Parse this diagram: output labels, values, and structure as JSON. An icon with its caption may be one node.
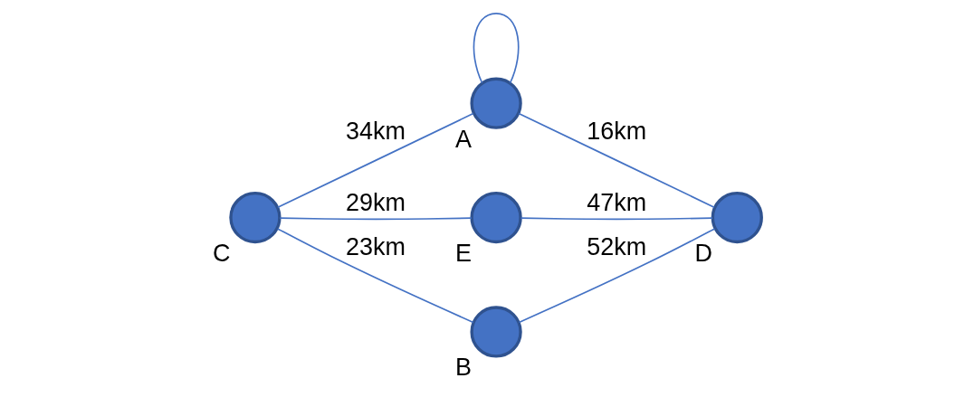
{
  "diagram": {
    "nodes": [
      {
        "text": [
          "C"
        ]
      },
      {
        "text": [
          "A"
        ]
      },
      {
        "text": [
          "E"
        ]
      },
      {
        "text": [
          "D"
        ]
      },
      {
        "text": [
          "B"
        ]
      }
    ],
    "edges": [
      {
        "from": 0,
        "to": 1,
        "arrow": "none",
        "label": "34km"
      },
      {
        "from": 1,
        "to": 1,
        "arrow": "none"
      },
      {
        "from": 1,
        "to": 3,
        "arrow": "none",
        "label": "16km"
      },
      {
        "from": 0,
        "to": 2,
        "arrow": "none",
        "label": "29km"
      },
      {
        "from": 0,
        "to": 4,
        "arrow": "none",
        "label": "23km"
      },
      {
        "from": 2,
        "to": 3,
        "arrow": "none",
        "label": "47km"
      },
      {
        "from": 4,
        "to": 3,
        "arrow": "none",
        "label": "52km"
      }
    ]
  }
}
